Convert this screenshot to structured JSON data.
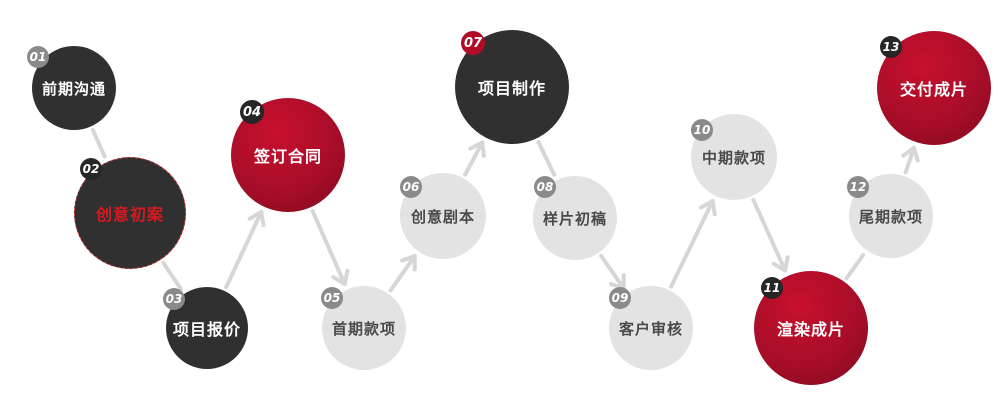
{
  "steps": [
    {
      "num": "01",
      "label": "前期沟通",
      "style": "dark",
      "badge": "gray"
    },
    {
      "num": "02",
      "label": "创意初案",
      "style": "dark-dashed",
      "badge": "dark"
    },
    {
      "num": "03",
      "label": "项目报价",
      "style": "dark",
      "badge": "gray"
    },
    {
      "num": "04",
      "label": "签订合同",
      "style": "red",
      "badge": "dark"
    },
    {
      "num": "05",
      "label": "首期款项",
      "style": "light",
      "badge": "gray"
    },
    {
      "num": "06",
      "label": "创意剧本",
      "style": "light",
      "badge": "gray"
    },
    {
      "num": "07",
      "label": "项目制作",
      "style": "dark",
      "badge": "red"
    },
    {
      "num": "08",
      "label": "样片初稿",
      "style": "light",
      "badge": "gray"
    },
    {
      "num": "09",
      "label": "客户审核",
      "style": "light",
      "badge": "gray"
    },
    {
      "num": "10",
      "label": "中期款项",
      "style": "light",
      "badge": "gray"
    },
    {
      "num": "11",
      "label": "渲染成片",
      "style": "red",
      "badge": "dark"
    },
    {
      "num": "12",
      "label": "尾期款项",
      "style": "light",
      "badge": "gray"
    },
    {
      "num": "13",
      "label": "交付成片",
      "style": "red",
      "badge": "dark"
    }
  ],
  "colors": {
    "dark": "#303030",
    "red": "#b00c27",
    "light": "#e3e3e3",
    "badge_gray": "#8a8a8a",
    "connector": "#d6d6d6"
  }
}
